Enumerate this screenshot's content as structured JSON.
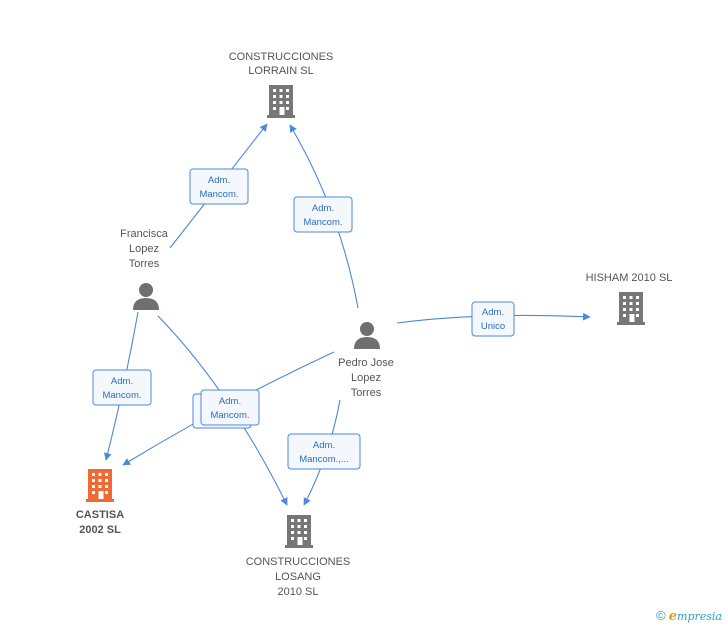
{
  "colors": {
    "edge": "#4a8ad6",
    "company_icon": "#777777",
    "highlight_company_icon": "#f06a35",
    "person_icon": "#6f6f6f",
    "label": "#555555"
  },
  "nodes": {
    "lorrain": {
      "type": "company",
      "icon": "building-icon",
      "label_lines": [
        "CONSTRUCCIONES",
        "LORRAIN SL"
      ]
    },
    "francisca": {
      "type": "person",
      "icon": "person-icon",
      "label_lines": [
        "Francisca",
        "Lopez",
        "Torres"
      ]
    },
    "pedro": {
      "type": "person",
      "icon": "person-icon",
      "label_lines": [
        "Pedro Jose",
        "Lopez",
        "Torres"
      ]
    },
    "hisham": {
      "type": "company",
      "icon": "building-icon",
      "label_lines": [
        "HISHAM 2010 SL"
      ]
    },
    "castisa": {
      "type": "company",
      "icon": "building-icon",
      "highlight": true,
      "label_lines": [
        "CASTISA",
        "2002 SL"
      ]
    },
    "losang": {
      "type": "company",
      "icon": "building-icon",
      "label_lines": [
        "CONSTRUCCIONES",
        "LOSANG",
        "2010 SL"
      ]
    }
  },
  "edges": [
    {
      "from": "francisca",
      "to": "lorrain",
      "label_lines": [
        "Adm.",
        "Mancom."
      ]
    },
    {
      "from": "pedro",
      "to": "lorrain",
      "label_lines": [
        "Adm.",
        "Mancom."
      ]
    },
    {
      "from": "pedro",
      "to": "hisham",
      "label_lines": [
        "Adm.",
        "Unico"
      ]
    },
    {
      "from": "francisca",
      "to": "castisa",
      "label_lines": [
        "Adm.",
        "Mancom."
      ]
    },
    {
      "from": "pedro",
      "to": "castisa",
      "label_lines": [
        "Adm.",
        "Mancom."
      ]
    },
    {
      "from": "francisca",
      "to": "losang",
      "label_lines": [
        "Adm.",
        "Mancom."
      ]
    },
    {
      "from": "pedro",
      "to": "losang",
      "label_lines": [
        "Adm.",
        "Mancom.,..."
      ]
    }
  ],
  "footer": {
    "copyright": "©",
    "brand_first": "e",
    "brand_rest": "mpresia"
  }
}
